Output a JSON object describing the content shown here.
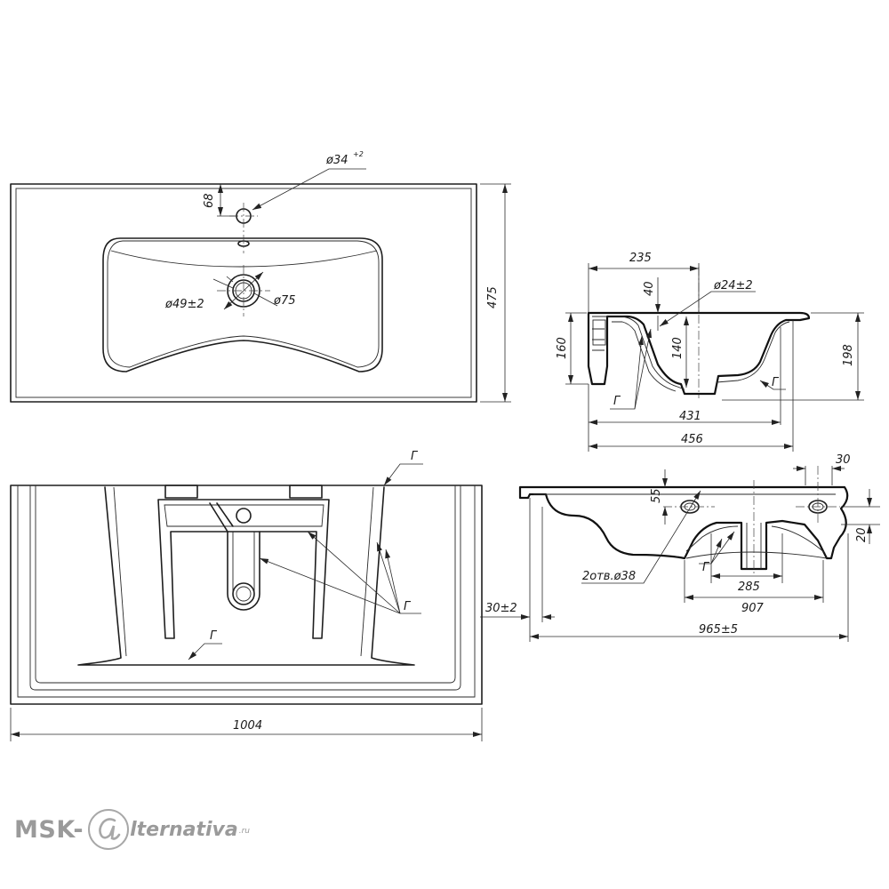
{
  "dimensions": {
    "tap_hole": "ø34",
    "tap_hole_tol": "+2",
    "tap_offset": "68",
    "drain_inner": "ø49±2",
    "drain_outer": "ø75",
    "depth_total": "475",
    "width_top": "235",
    "edge_40": "40",
    "drain_side": "ø24±2",
    "height_160": "160",
    "height_140": "140",
    "height_198": "198",
    "width_431": "431",
    "width_456": "456",
    "label_g": "Г",
    "width_1004": "1004",
    "wall_gap": "30±2",
    "side_30": "30",
    "side_55": "55",
    "side_20": "20",
    "holes": "2отв.ø38",
    "width_285": "285",
    "width_907": "907",
    "width_965": "965±5"
  },
  "brand": {
    "part1": "MSK-",
    "part2": "lternativa",
    "part3": ".ru"
  }
}
